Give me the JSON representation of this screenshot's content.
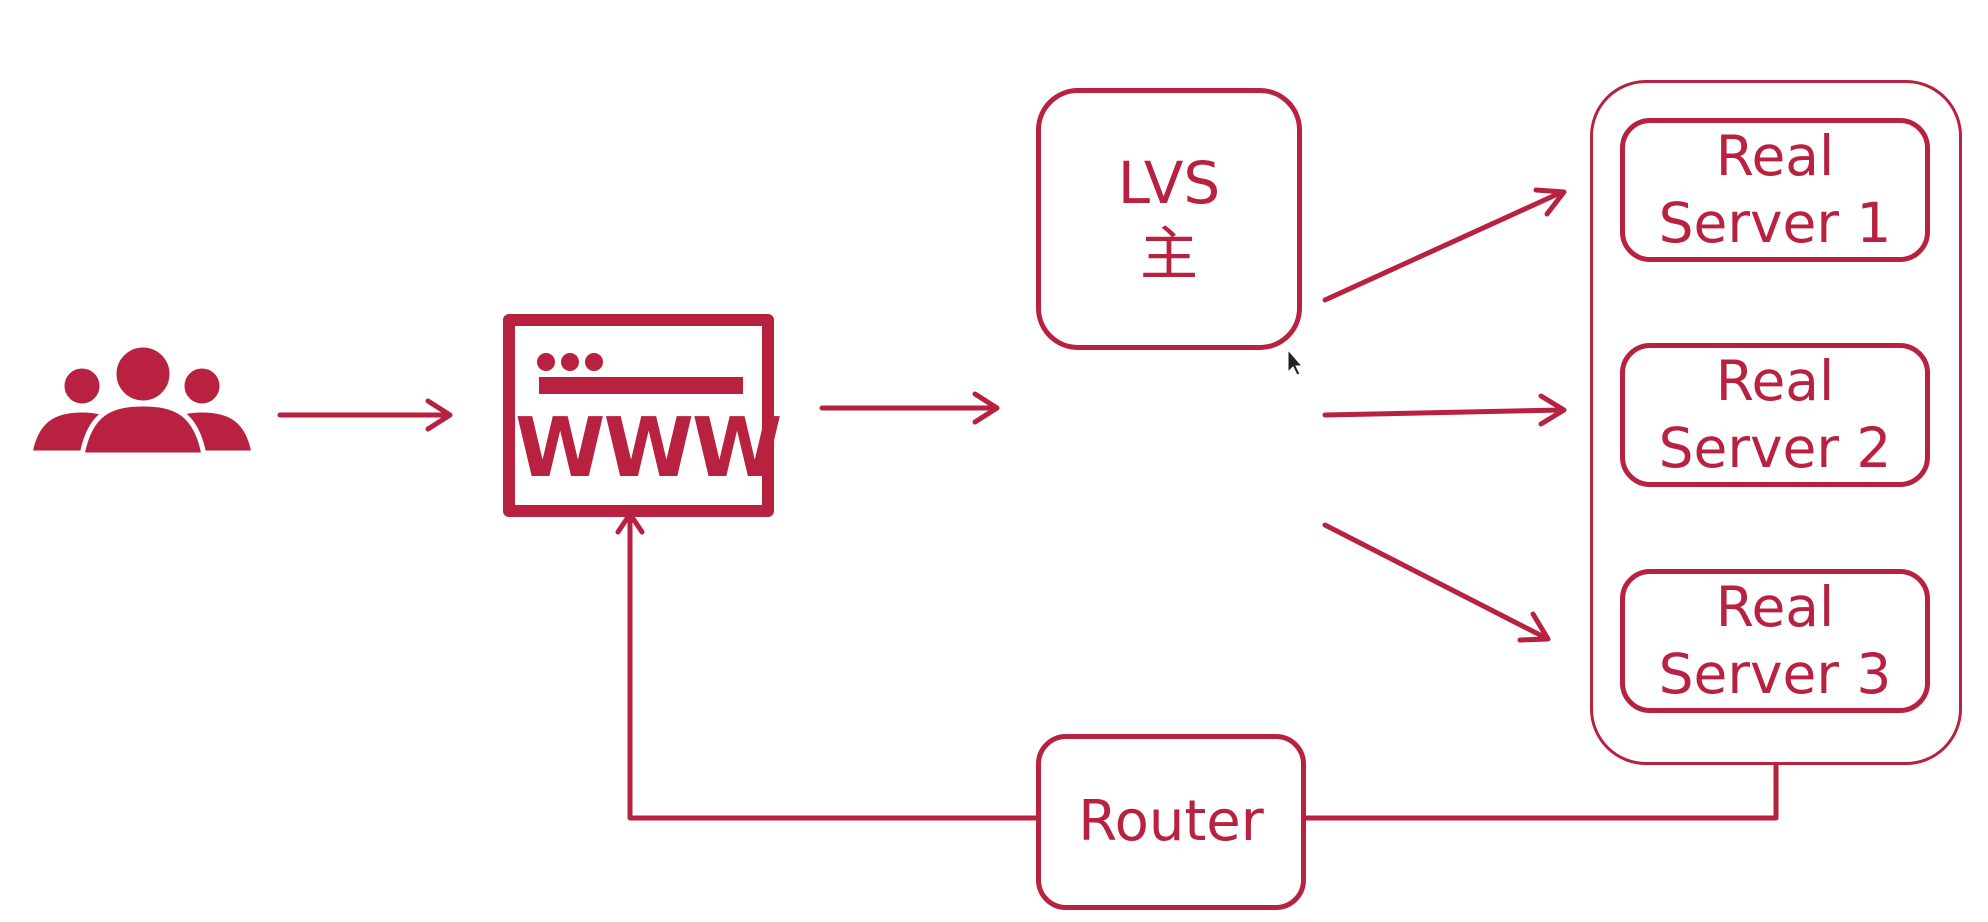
{
  "colors": {
    "accent": "#b8213f",
    "background": "#ffffff"
  },
  "users": {
    "icon": "users-group-icon"
  },
  "browser": {
    "icon": "browser-window-icon",
    "text": "WWW"
  },
  "lvs": {
    "line1": "LVS",
    "line2": "主"
  },
  "real_servers": [
    {
      "line1": "Real",
      "line2": "Server 1"
    },
    {
      "line1": "Real",
      "line2": "Server 2"
    },
    {
      "line1": "Real",
      "line2": "Server 3"
    }
  ],
  "router": {
    "label": "Router"
  },
  "cursor": {
    "icon": "mouse-pointer-icon"
  }
}
